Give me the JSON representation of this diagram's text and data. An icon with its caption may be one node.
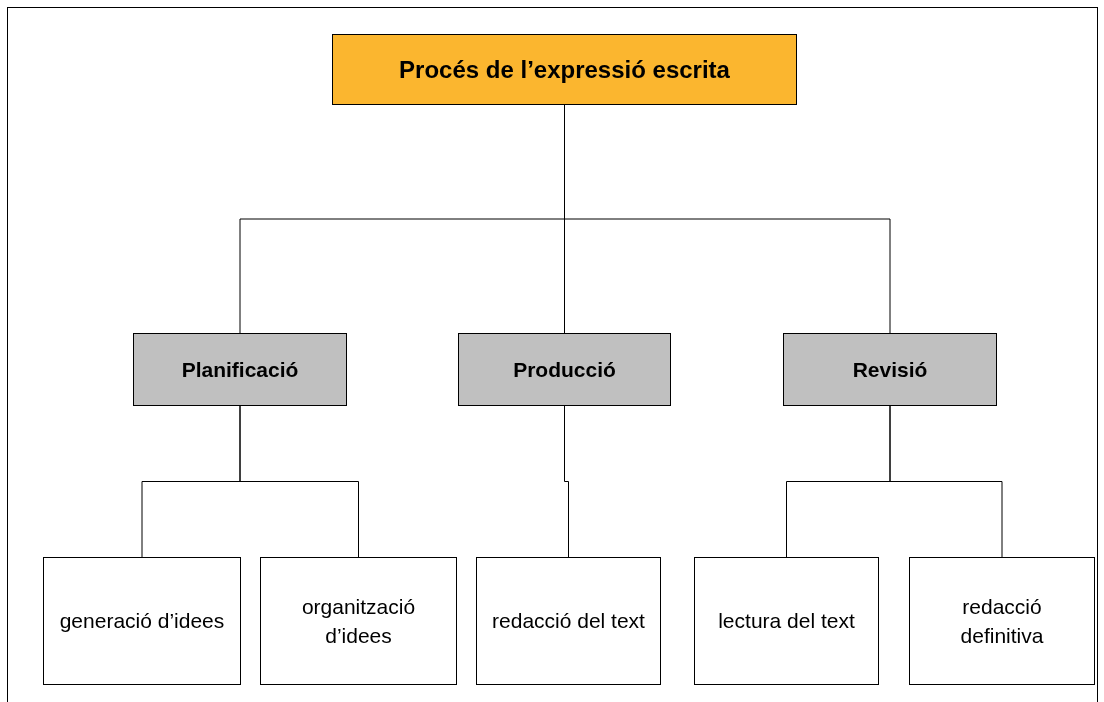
{
  "diagram": {
    "nodes": [
      {
        "text": [
          "Procés de l’expressió escrita"
        ]
      },
      {
        "text": [
          "Planificació"
        ]
      },
      {
        "text": [
          "Producció"
        ]
      },
      {
        "text": [
          "Revisió"
        ]
      },
      {
        "text": [
          "generació d’idees"
        ]
      },
      {
        "text": [
          "organització d’idees"
        ]
      },
      {
        "text": [
          "redacció del text"
        ]
      },
      {
        "text": [
          "lectura del text"
        ]
      },
      {
        "text": [
          "redacció definitiva"
        ]
      }
    ],
    "edges": [
      {
        "from": 0,
        "to": 1,
        "arrow": "none"
      },
      {
        "from": 0,
        "to": 2,
        "arrow": "none"
      },
      {
        "from": 0,
        "to": 3,
        "arrow": "none"
      },
      {
        "from": 1,
        "to": 4,
        "arrow": "none"
      },
      {
        "from": 1,
        "to": 5,
        "arrow": "none"
      },
      {
        "from": 2,
        "to": 6,
        "arrow": "none"
      },
      {
        "from": 3,
        "to": 7,
        "arrow": "none"
      },
      {
        "from": 3,
        "to": 8,
        "arrow": "none"
      }
    ]
  }
}
